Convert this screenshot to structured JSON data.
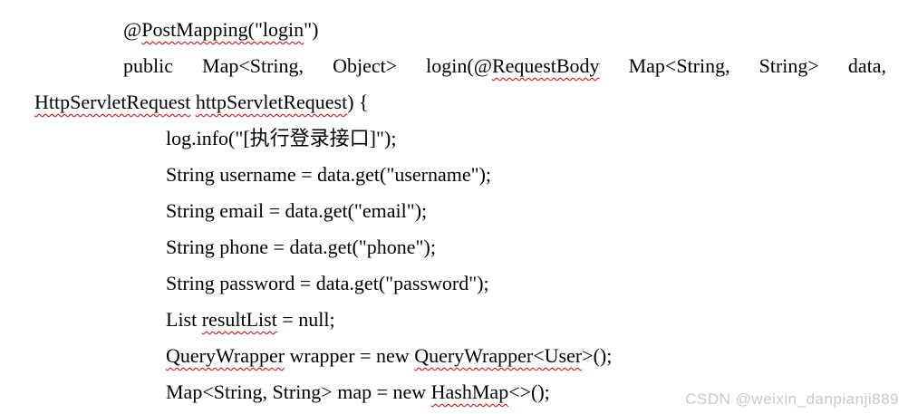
{
  "document": {
    "description": "word-document-java-code-snippet",
    "squiggle_color": "#cc0000",
    "lines": [
      {
        "indent": "i1",
        "segments": [
          {
            "text": "@"
          },
          {
            "text": "PostMapping(\"login",
            "misspelled": true
          },
          {
            "text": "\")"
          }
        ]
      },
      {
        "indent": "i1",
        "justify": true,
        "segments": [
          {
            "text": "public Map<String, Object> login(@"
          },
          {
            "text": "RequestBody",
            "misspelled": true
          },
          {
            "text": " Map<String, String> data,"
          }
        ]
      },
      {
        "indent": "i0",
        "segments": [
          {
            "text": "HttpServletRequest",
            "misspelled": true
          },
          {
            "text": " "
          },
          {
            "text": "httpServletRequest",
            "misspelled": true
          },
          {
            "text": ") {"
          }
        ]
      },
      {
        "indent": "i2",
        "segments": [
          {
            "text": "log.info(\"[执行登录接口]\");"
          }
        ]
      },
      {
        "indent": "i2",
        "segments": [
          {
            "text": "String username = data.get(\"username\");"
          }
        ]
      },
      {
        "indent": "i2",
        "segments": [
          {
            "text": "String email = data.get(\"email\");"
          }
        ]
      },
      {
        "indent": "i2",
        "segments": [
          {
            "text": "String phone = data.get(\"phone\");"
          }
        ]
      },
      {
        "indent": "i2",
        "segments": [
          {
            "text": "String password = data.get(\"password\");"
          }
        ]
      },
      {
        "indent": "i2",
        "segments": [
          {
            "text": "List "
          },
          {
            "text": "resultList",
            "misspelled": true
          },
          {
            "text": " = null;"
          }
        ]
      },
      {
        "indent": "i2",
        "segments": [
          {
            "text": "QueryWrapper",
            "misspelled": true
          },
          {
            "text": " wrapper = new "
          },
          {
            "text": "QueryWrapper<User",
            "misspelled": true
          },
          {
            "text": ">();"
          }
        ]
      },
      {
        "indent": "i2",
        "segments": [
          {
            "text": "Map<String, String> map = new "
          },
          {
            "text": "HashMap",
            "misspelled": true
          },
          {
            "text": "<>();"
          }
        ]
      }
    ]
  },
  "watermark": {
    "text": "CSDN @weixin_danpianji889",
    "color": "#c9c9c9"
  }
}
